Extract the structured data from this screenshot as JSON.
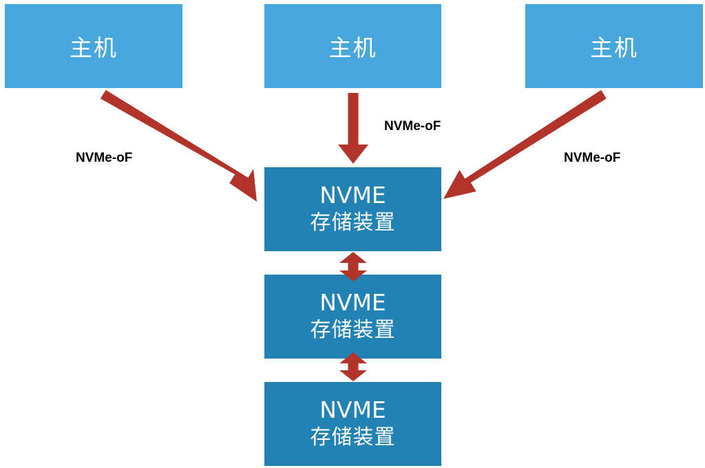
{
  "hosts": [
    {
      "label": "主机"
    },
    {
      "label": "主机"
    },
    {
      "label": "主机"
    }
  ],
  "storage": [
    {
      "line1": "NVME",
      "line2": "存储装置"
    },
    {
      "line1": "NVME",
      "line2": "存储装置"
    },
    {
      "line1": "NVME",
      "line2": "存储装置"
    }
  ],
  "edges": [
    {
      "label": "NVMe-oF"
    },
    {
      "label": "NVMe-oF"
    },
    {
      "label": "NVMe-oF"
    }
  ],
  "colors": {
    "host": "#47a6dc",
    "storage": "#2282b3",
    "arrow": "#b2332a",
    "text": "#ffffff"
  }
}
